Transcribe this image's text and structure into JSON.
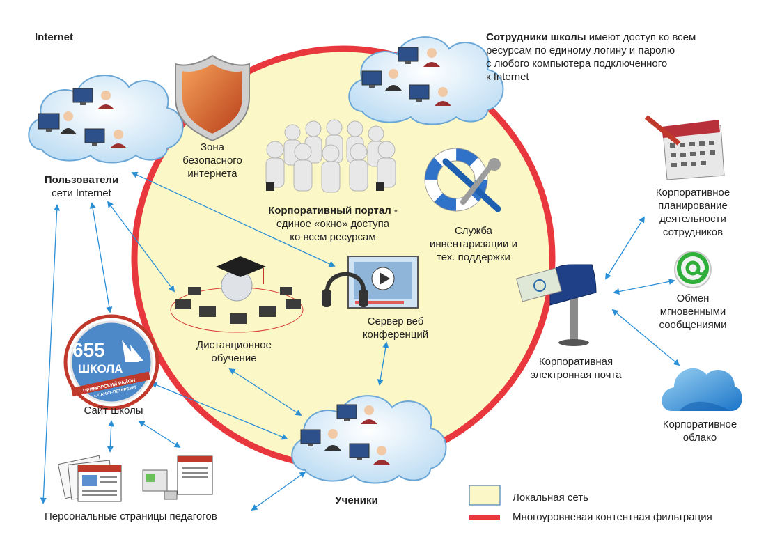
{
  "internet_label": "Internet",
  "users": {
    "title": "Пользователи",
    "subtitle": "сети Internet"
  },
  "staff_note": {
    "bold": "Сотрудники школы",
    "line1": "имеют доступ ко всем",
    "line2": "ресурсам по единому  логину и паролю",
    "line3": "с любого компьютера подключенного",
    "line4": "к Internet"
  },
  "safe_zone": {
    "line1": "Зона",
    "line2": "безопасного",
    "line3": "интернета"
  },
  "portal": {
    "bold": "Корпоративный портал",
    "rest1": " -",
    "line2": "единое «окно» доступа",
    "line3": "ко всем ресурсам"
  },
  "support": {
    "line1": "Служба",
    "line2": "инвентаризации и",
    "line3": "тех. поддержки"
  },
  "distance": {
    "line1": "Дистанционное",
    "line2": "обучение"
  },
  "webconf": {
    "line1": "Сервер веб",
    "line2": "конференций"
  },
  "school_site": "Сайт школы",
  "school_logo": {
    "number": "655",
    "word": "ШКОЛА",
    "district": "ПРИМОРСКИЙ РАЙОН",
    "city": "г. САНКТ-ПЕТЕРБУРГ"
  },
  "teacher_pages": "Персональные страницы педагогов",
  "students": "Ученики",
  "mail": {
    "line1": "Корпоративная",
    "line2": "электронная почта"
  },
  "planning": {
    "line1": "Корпоративное",
    "line2": "планирование",
    "line3": "деятельности",
    "line4": "сотрудников"
  },
  "im": {
    "line1": "Обмен",
    "line2": "мгновенными",
    "line3": "сообщениями"
  },
  "cloud": {
    "line1": "Корпоративное",
    "line2": "облако"
  },
  "legend": {
    "local": "Локальная сеть",
    "filter": "Многоуровневая контентная фильтрация"
  },
  "colors": {
    "zone_fill": "#fbf7c6",
    "zone_ring": "#e8383d",
    "arrow": "#2b8fd6",
    "cloud_fill": "#cfe6f7",
    "cloud_stroke": "#6aa6d6",
    "legend_box_stroke": "#4a7fb8",
    "legend_line": "#e8383d"
  }
}
